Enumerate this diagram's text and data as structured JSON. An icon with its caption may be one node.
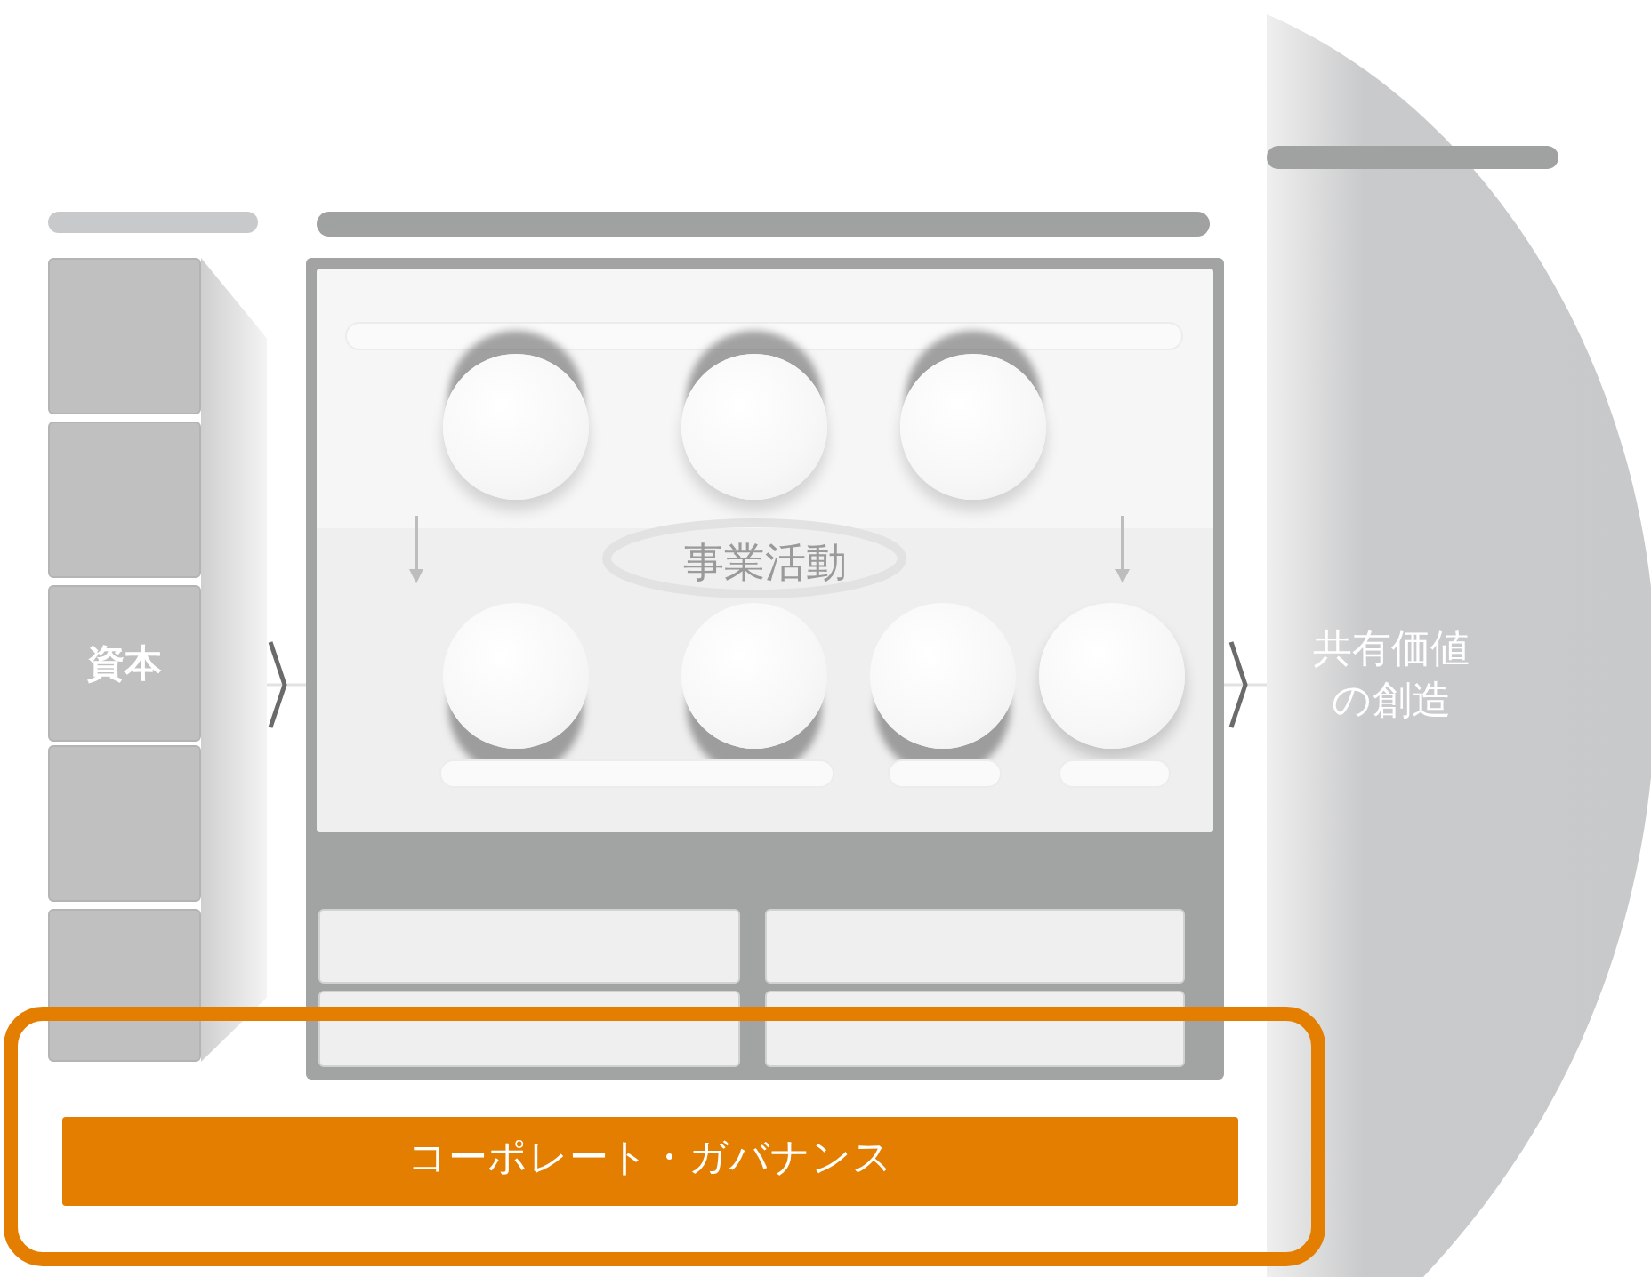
{
  "diagram": {
    "nodes": [
      {
        "text": [],
        "shape": "bar"
      },
      {
        "text": [],
        "shape": "box"
      },
      {
        "text": [],
        "shape": "box"
      },
      {
        "text": [
          "資本"
        ]
      },
      {
        "text": [],
        "shape": "box"
      },
      {
        "text": [],
        "shape": "box"
      },
      {
        "text": [],
        "shape": "trapezoid"
      },
      {
        "text": [],
        "shape": "bar"
      },
      {
        "text": [],
        "shape": "box"
      },
      {
        "text": [
          "事業活動"
        ],
        "in": 8
      },
      {
        "text": [],
        "shape": "bar",
        "in": 9
      },
      {
        "text": [],
        "shape": "circle",
        "in": 9
      },
      {
        "text": [],
        "shape": "circle",
        "in": 9
      },
      {
        "text": [],
        "shape": "circle",
        "in": 9
      },
      {
        "text": [],
        "shape": "circle",
        "in": 9
      },
      {
        "text": [],
        "shape": "circle",
        "in": 9
      },
      {
        "text": [],
        "shape": "circle",
        "in": 9
      },
      {
        "text": [],
        "shape": "circle",
        "in": 9
      },
      {
        "text": [],
        "shape": "bar",
        "in": 9
      },
      {
        "text": [],
        "shape": "bar",
        "in": 9
      },
      {
        "text": [],
        "shape": "bar",
        "in": 9
      },
      {
        "text": [],
        "shape": "box",
        "in": 8
      },
      {
        "text": [],
        "shape": "box",
        "in": 8
      },
      {
        "text": [],
        "shape": "box",
        "in": 8
      },
      {
        "text": [],
        "shape": "box",
        "in": 8
      },
      {
        "text": [
          "共有価値の創造"
        ]
      },
      {
        "text": [],
        "shape": "bar",
        "in": 25
      },
      {
        "text": [],
        "shape": "box"
      },
      {
        "text": [
          "コーポレート・ガバナンス"
        ],
        "in": 27
      }
    ],
    "edges": [
      {
        "from": 6,
        "to": 8,
        "arrow": "to"
      },
      {
        "from": 8,
        "to": 25,
        "arrow": "to"
      }
    ]
  }
}
